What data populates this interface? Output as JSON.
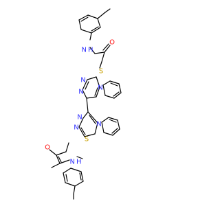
{
  "colors": {
    "bond": "#000000",
    "N": "#3030ff",
    "O": "#ff0d0d",
    "S": "#c8a000"
  },
  "atom_labels": {
    "amide_nh_top": "N H",
    "amide_o_top": "O",
    "thioether_s_top": "S",
    "triazole_top_n1": "N",
    "triazole_top_n2": "N",
    "triazole_top_n4": "N",
    "triazole_bottom_n1": "N",
    "triazole_bottom_n2": "N",
    "triazole_bottom_n4": "N",
    "thioether_s_bottom": "S",
    "amide_o_bottom": "O",
    "amide_nh_bottom": "N H"
  }
}
